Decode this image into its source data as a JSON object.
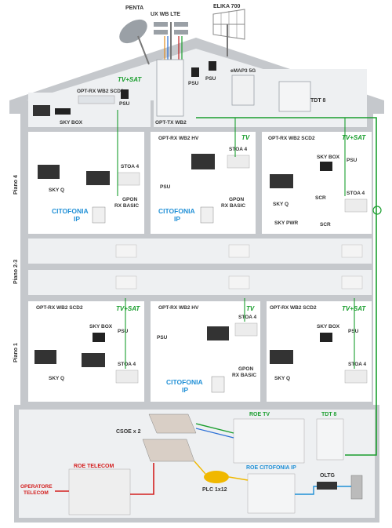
{
  "roof": {
    "penta": "PENTA",
    "ux_wb_lte": "UX WB LTE",
    "elika": "ELIKA 700",
    "psu_a": "PSU",
    "psu_b": "PSU",
    "emap": "eMAP3 5G",
    "tdt8": "TDT 8",
    "opt_tx": "OPT-TX WB2",
    "attic_tvsat": "TV+SAT",
    "attic_rx": "OPT-RX WB2 SCD2",
    "attic_psu": "PSU",
    "attic_skybox": "SKY BOX"
  },
  "floor4": {
    "label": "Piano 4",
    "left": {
      "rx": "STOA 4",
      "skyq": "SKY Q",
      "gpon": "GPON",
      "rxbasic": "RX BASIC",
      "cito1": "CITOFONIA",
      "cito2": "IP"
    },
    "mid": {
      "title": "OPT-RX WB2 HV",
      "tv": "TV",
      "stoa": "STOA 4",
      "psu": "PSU",
      "gpon": "GPON",
      "rxbasic": "RX BASIC",
      "cito1": "CITOFONIA",
      "cito2": "IP"
    },
    "right": {
      "title": "OPT-RX WB2 SCD2",
      "tvsat": "TV+SAT",
      "skybox": "SKY BOX",
      "psu": "PSU",
      "skyq": "SKY Q",
      "scr1": "SCR",
      "stoa": "STOA 4",
      "skypwr": "SKY PWR",
      "scr2": "SCR"
    }
  },
  "floor23": {
    "label": "Piano 2-3"
  },
  "floor1": {
    "label": "Piano 1",
    "left": {
      "title": "OPT-RX WB2 SCD2",
      "tvsat": "TV+SAT",
      "skybox": "SKY BOX",
      "psu": "PSU",
      "skyq": "SKY Q",
      "stoa": "STOA 4"
    },
    "mid": {
      "title": "OPT-RX WB2 HV",
      "tv": "TV",
      "psu": "PSU",
      "stoa": "STOA 4",
      "gpon": "GPON",
      "rxbasic": "RX BASIC",
      "cito1": "CITOFONIA",
      "cito2": "IP"
    },
    "right": {
      "title": "OPT-RX WB2 SCD2",
      "tvsat": "TV+SAT",
      "skybox": "SKY BOX",
      "psu": "PSU",
      "skyq": "SKY Q",
      "stoa": "STOA 4"
    }
  },
  "basement": {
    "csoe": "CSOE x 2",
    "roe_tv": "ROE TV",
    "tdt8": "TDT 8",
    "roe_telecom": "ROE TELECOM",
    "operatore1": "OPERATORE",
    "operatore2": "TELECOM",
    "plc": "PLC 1x12",
    "roe_cito": "ROE CITOFONIA IP",
    "oltg": "OLTG"
  },
  "colors": {
    "house": "#c5c8cc",
    "room": "#eef0f2",
    "fiber_green": "#1a9e2e",
    "telecom_red": "#d32020",
    "cito_blue": "#1f8fd6",
    "plc_yellow": "#f0b800"
  }
}
